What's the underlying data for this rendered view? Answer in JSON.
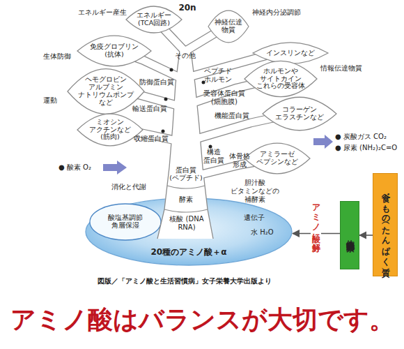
{
  "diagram": {
    "title": "アミノ酸はバランスが大切です。",
    "caption": "図版／「アミノ酸と生活習慣病」女子栄養大学出版より",
    "nodes": [
      {
        "text": [
          "エネルギー (TCA回路)"
        ]
      },
      {
        "text": [
          "神経伝達 物質"
        ]
      },
      {
        "text": [
          "インスリンなど"
        ]
      },
      {
        "text": [
          "免疫グロブリン (抗体)"
        ]
      },
      {
        "text": [
          "ホルモンや サイトカイン これらの受容体"
        ]
      },
      {
        "text": [
          "ヘモグロビン アルブミン ナトリウムポンプ など"
        ]
      },
      {
        "text": [
          "コラーゲン エラスチンなど"
        ]
      },
      {
        "text": [
          "ミオシン アクチンなど (筋肉)"
        ]
      },
      {
        "text": [
          "アミラーゼ ペプシンなど"
        ]
      },
      {
        "text": [
          "20種のアミノ酸＋α"
        ]
      },
      {
        "text": [
          "酸塩基調節 角層保湿"
        ],
        "in": 9
      },
      {
        "text": [
          "体内消化酵素"
        ]
      },
      {
        "text": [
          "食べもの（たんぱく質）"
        ]
      }
    ],
    "edges": [
      {
        "from": 12,
        "to": 11,
        "arrow": "to"
      },
      {
        "from": 11,
        "to": 9,
        "label": "アミノ酸に分解",
        "arrow": "to"
      }
    ],
    "labels": [
      "エネルギー産生",
      "20n",
      "神経内分泌調節",
      "生体防御",
      "情報伝達物質",
      "運動",
      "その他",
      "ペプチド ホルモン",
      "防御蛋白質",
      "受容体蛋白質 (細胞膜)",
      "輸送蛋白質",
      "機能蛋白質",
      "収縮蛋白質",
      "構造 蛋白質",
      "体骨格 形成",
      "● 酸素 O₂",
      "● 炭酸ガス CO₂",
      "● 尿素 (NH₂)₂C=O",
      "消化と代謝",
      "蛋白質 (ペプチド)",
      "胆汁酸 ビタミンなどの 補酵素",
      "酵素",
      "遺伝子",
      "核酸 (DNA RNA)",
      "水 H₂O"
    ]
  }
}
